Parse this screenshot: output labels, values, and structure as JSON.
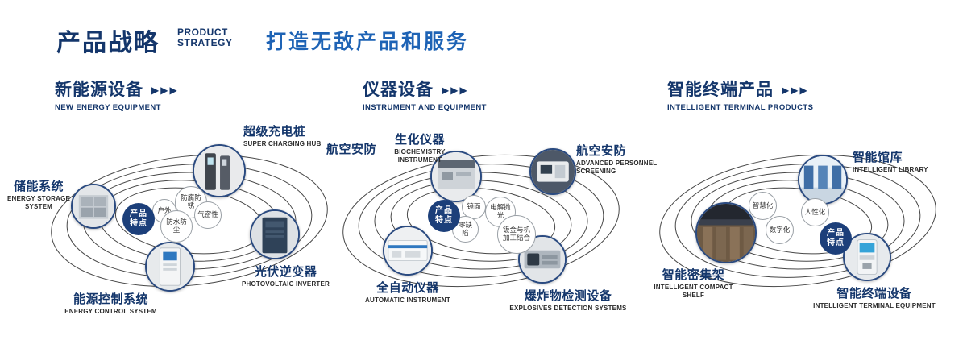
{
  "header": {
    "title_cn": "产品战略",
    "title_en_line1": "PRODUCT",
    "title_en_line2": "STRATEGY",
    "slogan": "打造无敌产品和服务",
    "arrows_glyph": "▶▶▶"
  },
  "center_badge": {
    "line1": "产品",
    "line2": "特点"
  },
  "colors": {
    "navy": "#14366b",
    "blue": "#1e63b5"
  },
  "sections": [
    {
      "title_cn": "新能源设备",
      "title_en": "NEW ENERGY EQUIPMENT",
      "features": [
        "防腐防锈",
        "户外",
        "气密性",
        "防水防尘"
      ],
      "products": [
        {
          "cn": "超级充电桩",
          "en": "SUPER CHARGING HUB"
        },
        {
          "cn": "储能系统",
          "en": "ENERGY STORAGE SYSTEM"
        },
        {
          "cn": "光伏逆变器",
          "en": "PHOTOVOLTAIC INVERTER"
        },
        {
          "cn": "能源控制系统",
          "en": "ENERGY CONTROL SYSTEM"
        }
      ]
    },
    {
      "title_cn": "仪器设备",
      "title_en": "INSTRUMENT AND EQUIPMENT",
      "extra_label": "航空安防",
      "features": [
        "镜面",
        "电解抛光",
        "零缺陷",
        "钣金与机加工结合"
      ],
      "products": [
        {
          "cn": "生化仪器",
          "en": "BIOCHEMISTRY INSTRUMENT"
        },
        {
          "cn": "航空安防",
          "en": "ADVANCED PERSONNEL SCREENING"
        },
        {
          "cn": "全自动仪器",
          "en": "AUTOMATIC INSTRUMENT"
        },
        {
          "cn": "爆炸物检测设备",
          "en": "EXPLOSIVES DETECTION SYSTEMS"
        }
      ]
    },
    {
      "title_cn": "智能终端产品",
      "title_en": "INTELLIGENT TERMINAL PRODUCTS",
      "features": [
        "智慧化",
        "人性化",
        "数字化"
      ],
      "products": [
        {
          "cn": "智能馆库",
          "en": "INTELLIGENT LIBRARY"
        },
        {
          "cn": "智能密集架",
          "en": "INTELLIGENT COMPACT SHELF"
        },
        {
          "cn": "智能终端设备",
          "en": "INTELLIGENT TERMINAL EQUIPMENT"
        }
      ]
    }
  ]
}
